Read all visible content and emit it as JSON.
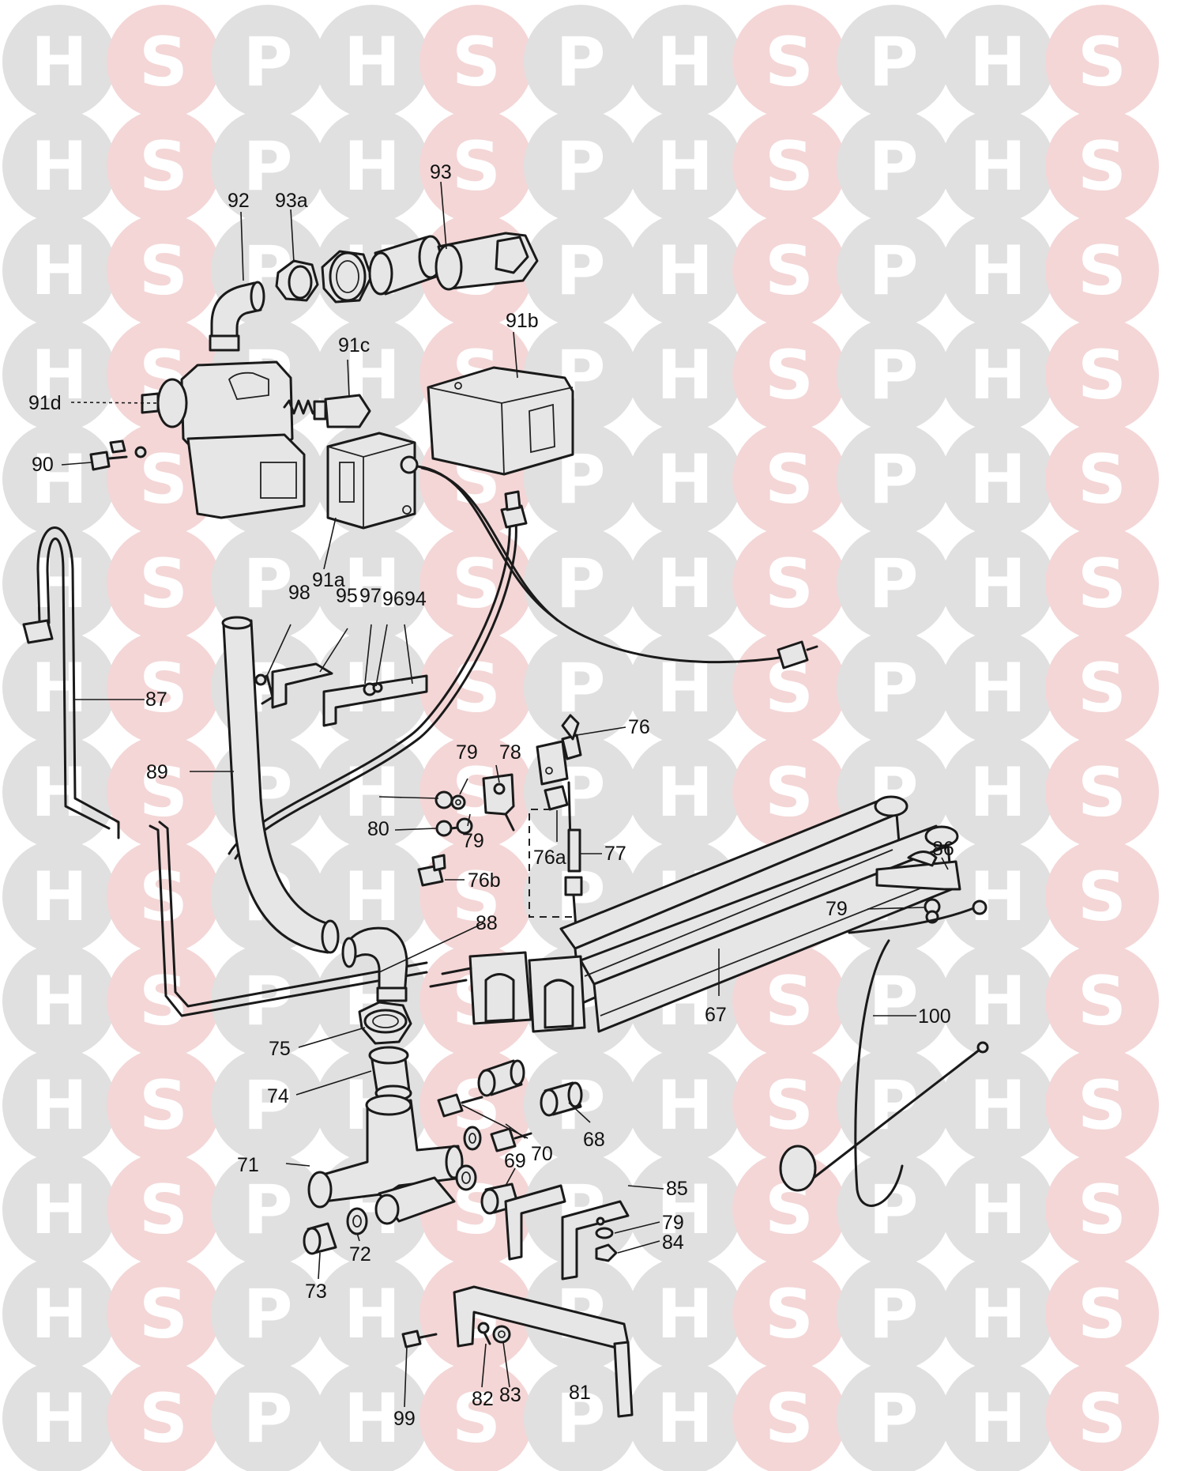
{
  "watermark": {
    "letters": [
      "H",
      "S",
      "P"
    ],
    "colors": {
      "H": "#e0e0e0",
      "S": "#f4d6d6",
      "P": "#e0e0e0"
    },
    "letter_color": "#ffffff"
  },
  "colors": {
    "ink": "#1a1a1a",
    "part_fill": "#e6e6e6"
  },
  "labels": [
    "92",
    "93a",
    "93",
    "91c",
    "91b",
    "91d",
    "90",
    "91a",
    "98",
    "95",
    "97",
    "96",
    "94",
    "87",
    "89",
    "79",
    "78",
    "76",
    "80",
    "79",
    "76a",
    "77",
    "76b",
    "88",
    "86",
    "79",
    "67",
    "100",
    "75",
    "74",
    "71",
    "70",
    "69",
    "68",
    "85",
    "79",
    "84",
    "72",
    "73",
    "99",
    "82",
    "83",
    "81"
  ]
}
